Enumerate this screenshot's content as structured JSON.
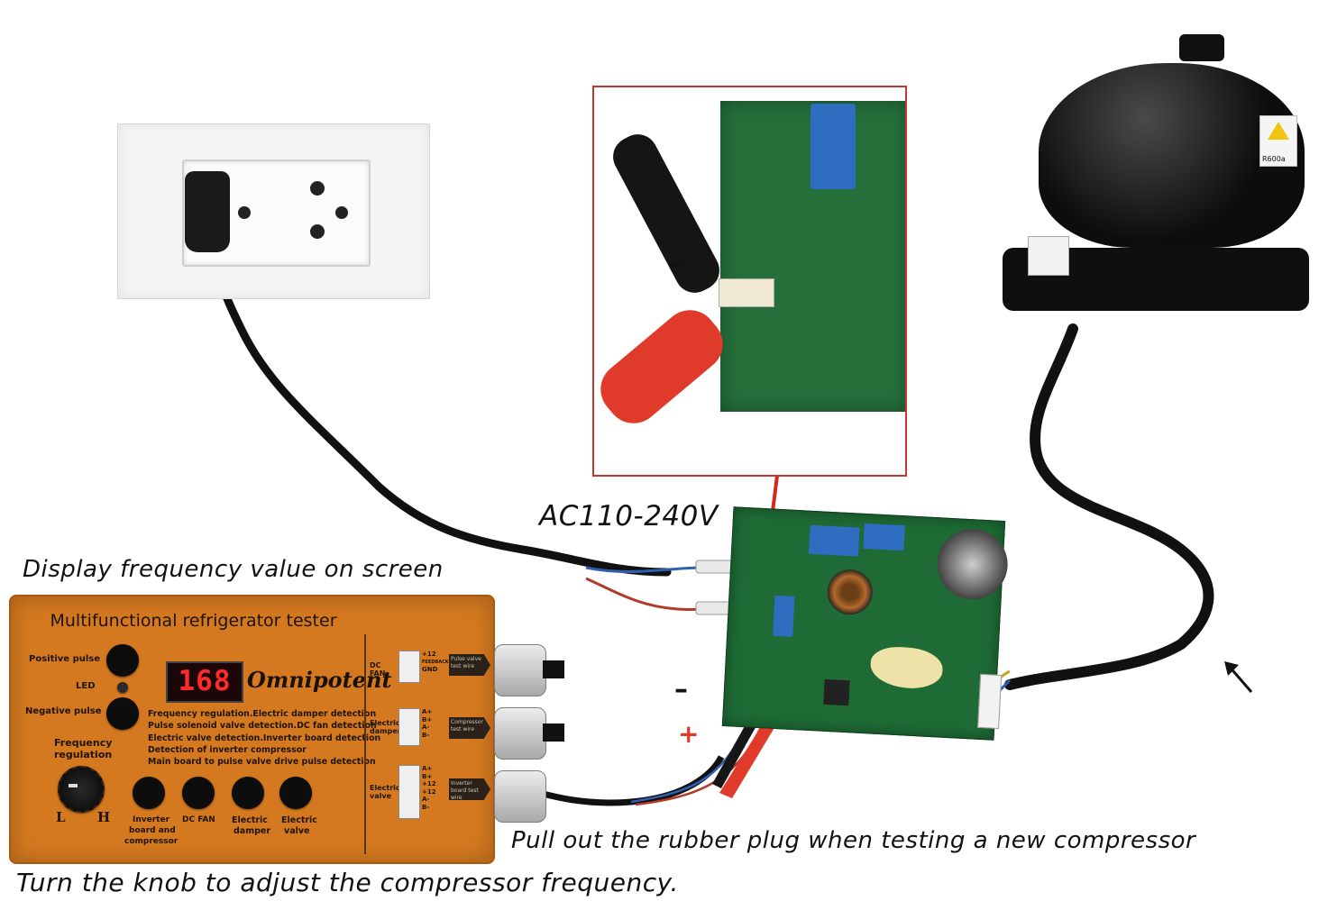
{
  "captions": {
    "top_left": "Display frequency value on screen",
    "voltage": "AC110-240V",
    "rubber_plug": "Pull out the rubber plug when testing a new compressor",
    "knob": "Turn the knob to adjust the compressor frequency."
  },
  "inset": {
    "minus": "–",
    "plus": "+"
  },
  "board_signs": {
    "minus": "–",
    "plus": "+"
  },
  "tester": {
    "title": "Multifunctional refrigerator tester",
    "display_value": "168",
    "brand": "Omnipotent",
    "labels": {
      "positive_pulse": "Positive pulse",
      "led": "LED",
      "negative_pulse": "Negative pulse",
      "freq_line1": "Frequency",
      "freq_line2": "regulation",
      "knob_low": "L",
      "knob_high": "H"
    },
    "features": [
      "Frequency regulation.Electric damper detection",
      "Pulse solenoid valve detection.DC fan detection",
      "Electric valve detection.Inverter board detection",
      "Detection of inverter compressor",
      "Main board to pulse valve drive pulse detection"
    ],
    "bottom_buttons": [
      {
        "line1": "Inverter",
        "line2": "board and",
        "line3": "compressor"
      },
      {
        "line1": "DC FAN",
        "line2": "",
        "line3": ""
      },
      {
        "line1": "Electric",
        "line2": "damper",
        "line3": ""
      },
      {
        "line1": "Electric",
        "line2": "valve",
        "line3": ""
      }
    ],
    "ports": [
      {
        "name": "DC FAN",
        "pins": [
          "+12",
          "FEEDBACK",
          "GND"
        ],
        "tag": "Pulse valve test wire"
      },
      {
        "name": "Electric damper",
        "pins": [
          "A+",
          "B+",
          "A-",
          "B-"
        ],
        "tag": "Compressor test wire"
      },
      {
        "name": "Electric valve",
        "pins": [
          "A+",
          "B+",
          "+12",
          "+12",
          "A-",
          "B-"
        ],
        "tag": "Inverter board test wire"
      }
    ]
  },
  "compressor_label": "R600a",
  "colors": {
    "tester_orange": "#d4791f",
    "inset_border": "#c0392b",
    "display_red": "#ff2b2b",
    "board_green": "#1e6b35",
    "clip_red": "#e03a2a"
  }
}
